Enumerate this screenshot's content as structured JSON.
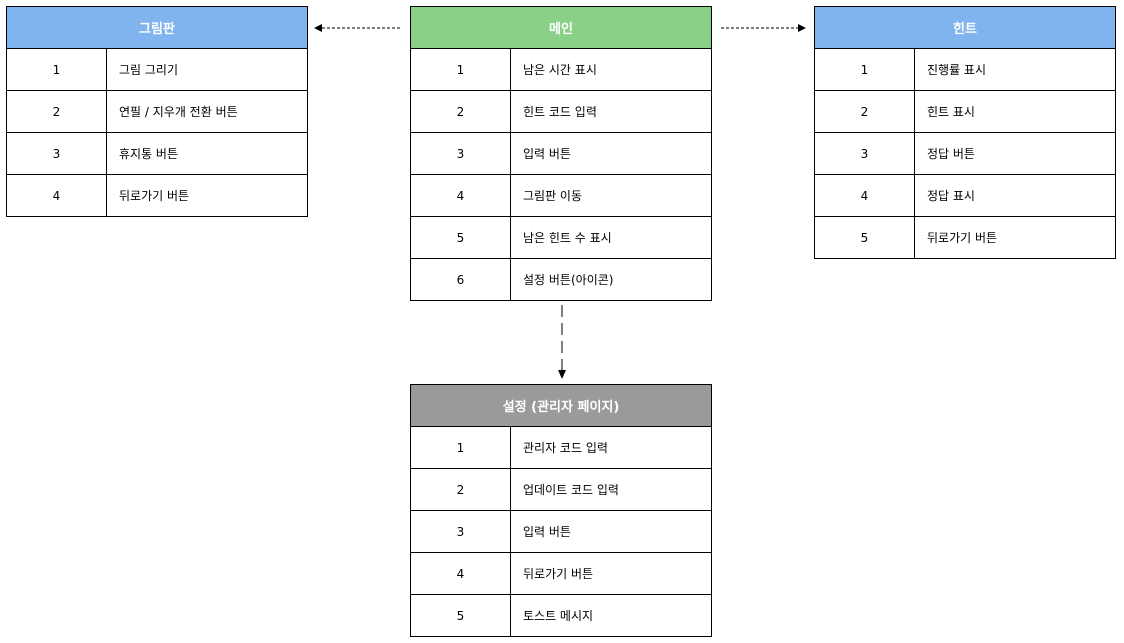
{
  "colors": {
    "drawing_header": "#7fb4ee",
    "main_header": "#8ad089",
    "hint_header": "#7fb4ee",
    "settings_header": "#9a9a9a"
  },
  "drawing": {
    "title": "그림판",
    "rows": [
      {
        "num": "1",
        "label": "그림 그리기"
      },
      {
        "num": "2",
        "label": "연필 / 지우개 전환 버튼"
      },
      {
        "num": "3",
        "label": "휴지통 버튼"
      },
      {
        "num": "4",
        "label": "뒤로가기 버튼"
      }
    ]
  },
  "main": {
    "title": "메인",
    "rows": [
      {
        "num": "1",
        "label": "남은 시간 표시"
      },
      {
        "num": "2",
        "label": "힌트 코드 입력"
      },
      {
        "num": "3",
        "label": "입력 버튼"
      },
      {
        "num": "4",
        "label": "그림판 이동"
      },
      {
        "num": "5",
        "label": "남은 힌트 수 표시"
      },
      {
        "num": "6",
        "label": "설정 버튼(아이콘)"
      }
    ]
  },
  "hint": {
    "title": "힌트",
    "rows": [
      {
        "num": "1",
        "label": "진행률 표시"
      },
      {
        "num": "2",
        "label": "힌트 표시"
      },
      {
        "num": "3",
        "label": "정답 버튼"
      },
      {
        "num": "4",
        "label": "정답 표시"
      },
      {
        "num": "5",
        "label": "뒤로가기 버튼"
      }
    ]
  },
  "settings": {
    "title": "설정 (관리자 페이지)",
    "rows": [
      {
        "num": "1",
        "label": "관리자 코드 입력"
      },
      {
        "num": "2",
        "label": "업데이트 코드 입력"
      },
      {
        "num": "3",
        "label": "입력 버튼"
      },
      {
        "num": "4",
        "label": "뒤로가기 버튼"
      },
      {
        "num": "5",
        "label": "토스트 메시지"
      }
    ]
  }
}
